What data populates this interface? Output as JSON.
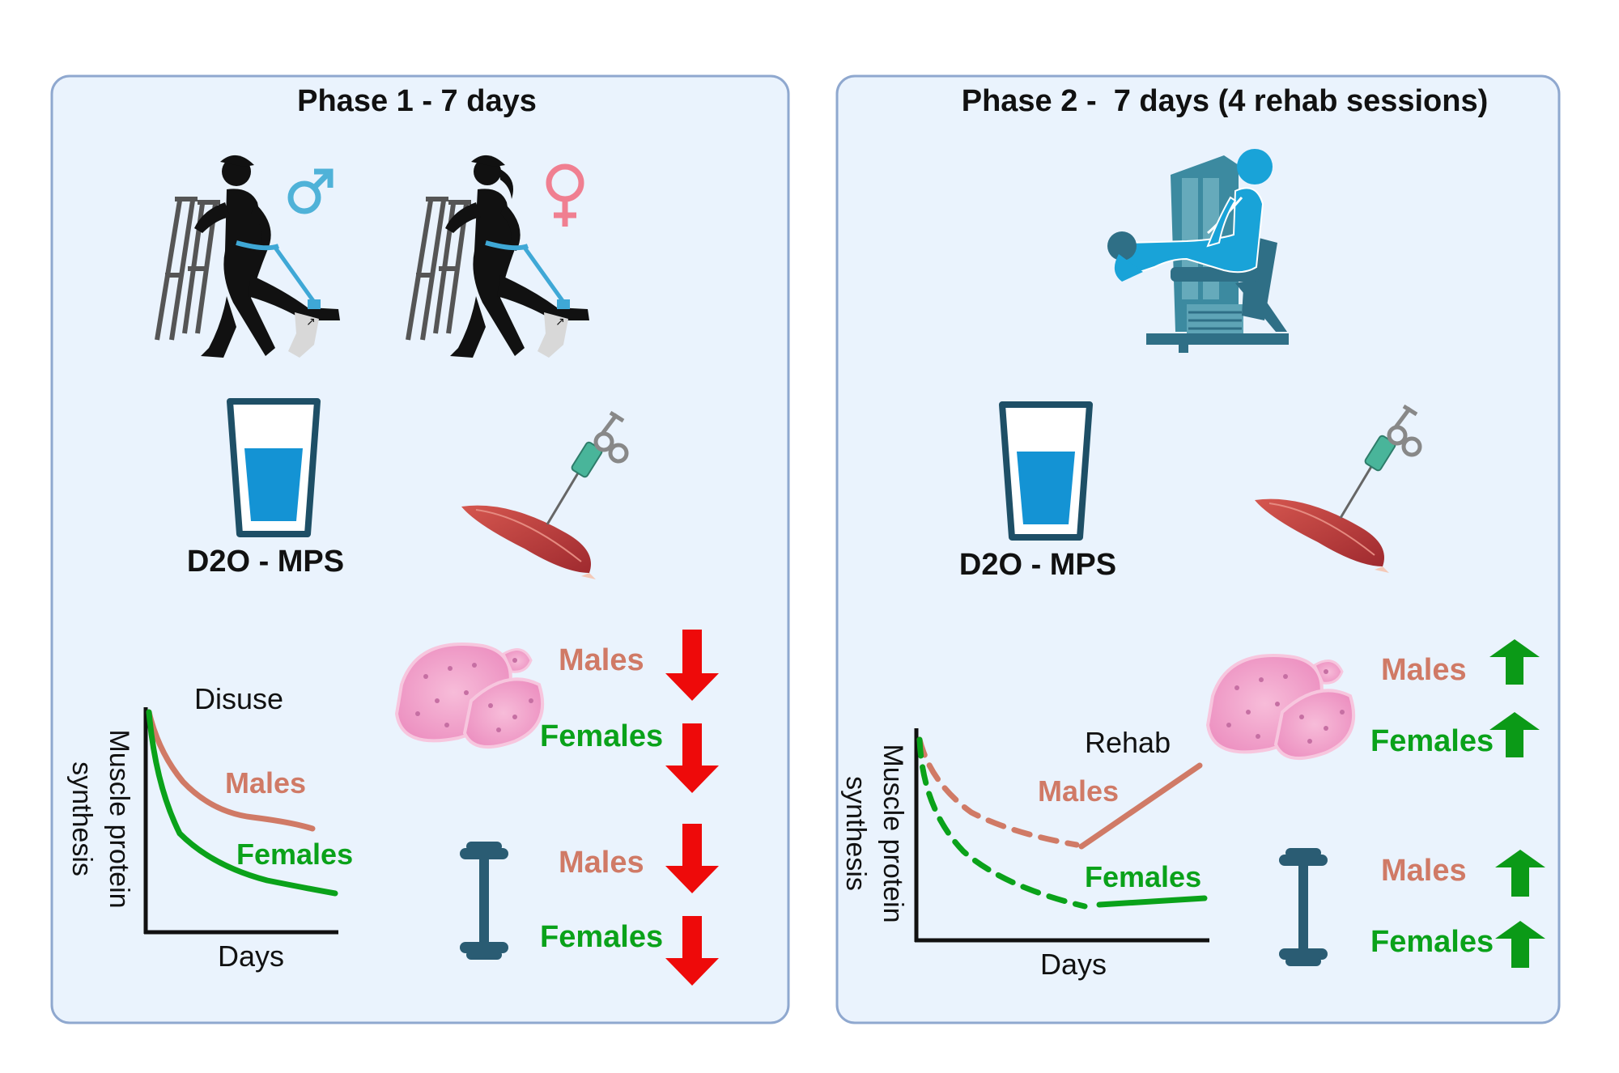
{
  "colors": {
    "panel_fill": "#eaf3fd",
    "panel_border": "#8fa8cf",
    "male": "#d07a66",
    "female": "#0aa21a",
    "down_arrow": "#ee0a0a",
    "up_arrow": "#0b9a17",
    "water": "#1493d4",
    "glass": "#1e4f66",
    "dumbbell": "#2a5c73",
    "machine": "#2f6f86",
    "person_blue": "#19a3d8",
    "muscle": "#b83a3a",
    "tissue": "#f3a9cf",
    "male_symbol": "#4fb2d8",
    "female_symbol": "#f07f91"
  },
  "phase1": {
    "title": "Phase 1 - 7 days",
    "tracer_label": "D2O - MPS",
    "graph": {
      "condition": "Disuse",
      "y_label_line1": "Muscle protein",
      "y_label_line2": "synthesis",
      "x_label": "Days",
      "male_label": "Males",
      "female_label": "Females"
    },
    "tissue_results": [
      {
        "label": "Males",
        "direction": "down"
      },
      {
        "label": "Females",
        "direction": "down"
      }
    ],
    "strength_results": [
      {
        "label": "Males",
        "direction": "down"
      },
      {
        "label": "Females",
        "direction": "down"
      }
    ],
    "icons": [
      "male-runner-crutches-icon",
      "female-runner-crutches-icon",
      "male-symbol-icon",
      "female-symbol-icon",
      "water-glass-icon",
      "muscle-biopsy-icon",
      "muscle-tissue-icon",
      "dumbbell-icon"
    ]
  },
  "phase2": {
    "title": "Phase 2 -  7 days (4 rehab sessions)",
    "tracer_label": "D2O - MPS",
    "graph": {
      "condition": "Rehab",
      "y_label_line1": "Muscle protein",
      "y_label_line2": "synthesis",
      "x_label": "Days",
      "male_label": "Males",
      "female_label": "Females"
    },
    "tissue_results": [
      {
        "label": "Males",
        "direction": "up"
      },
      {
        "label": "Females",
        "direction": "up"
      }
    ],
    "strength_results": [
      {
        "label": "Males",
        "direction": "up"
      },
      {
        "label": "Females",
        "direction": "up"
      }
    ],
    "icons": [
      "leg-extension-machine-icon",
      "water-glass-icon",
      "muscle-biopsy-icon",
      "muscle-tissue-icon",
      "dumbbell-icon"
    ]
  }
}
